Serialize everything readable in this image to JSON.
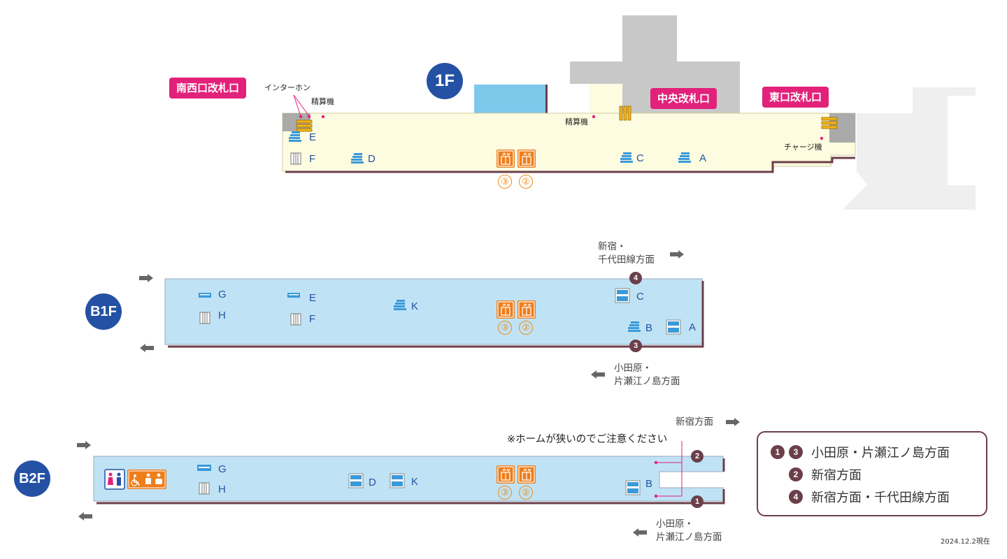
{
  "floors": {
    "f1": {
      "badge": "1F",
      "gates": {
        "southwest": "南西口改札口",
        "central": "中央改札口",
        "east": "東口改札口"
      },
      "labels": {
        "intercom": "インターホン",
        "fare_machine_left": "精算機",
        "fare_machine_center": "精算機",
        "charge_machine": "チャージ機"
      },
      "exits": [
        "E",
        "F",
        "D",
        "C",
        "A"
      ],
      "elevators": [
        "③",
        "②"
      ]
    },
    "b1": {
      "badge": "B1F",
      "exits": [
        "G",
        "H",
        "E",
        "F",
        "K",
        "C",
        "B",
        "A"
      ],
      "elevators": [
        "③",
        "②"
      ],
      "direction_up": [
        "新宿・",
        "千代田線方面"
      ],
      "direction_down": [
        "小田原・",
        "片瀬江ノ島方面"
      ],
      "platform_up": "4",
      "platform_down": "3"
    },
    "b2": {
      "badge": "B2F",
      "exits": [
        "G",
        "H",
        "D",
        "K",
        "B"
      ],
      "elevators": [
        "③",
        "②"
      ],
      "notice": "※ホームが狭いのでご注意ください",
      "direction_up": "新宿方面",
      "direction_down": [
        "小田原・",
        "片瀬江ノ島方面"
      ],
      "platform_up": "2",
      "platform_down": "1"
    }
  },
  "legend": [
    {
      "marks": [
        "1",
        "3"
      ],
      "text": "小田原・片瀬江ノ島方面"
    },
    {
      "marks": [
        "2"
      ],
      "text": "新宿方面"
    },
    {
      "marks": [
        "4"
      ],
      "text": "新宿方面・千代田線方面"
    }
  ],
  "date": "2024.12.2現在",
  "colors": {
    "floor_badge": "#2451a3",
    "gate": "#e2217a",
    "concourse": "#fdfce0",
    "platform": "#bfe3f5",
    "elevator": "#ef7d1a",
    "platform_mark": "#6b3f4a"
  },
  "icons": {
    "stairs": "stairs-icon",
    "escalator": "escalator-icon",
    "elevator": "elevator-icon",
    "toilet": "toilet-icon",
    "accessible": "accessible-icon",
    "baby": "baby-room-icon",
    "ticket_gate": "ticket-gate-icon",
    "arrow": "arrow-icon"
  }
}
